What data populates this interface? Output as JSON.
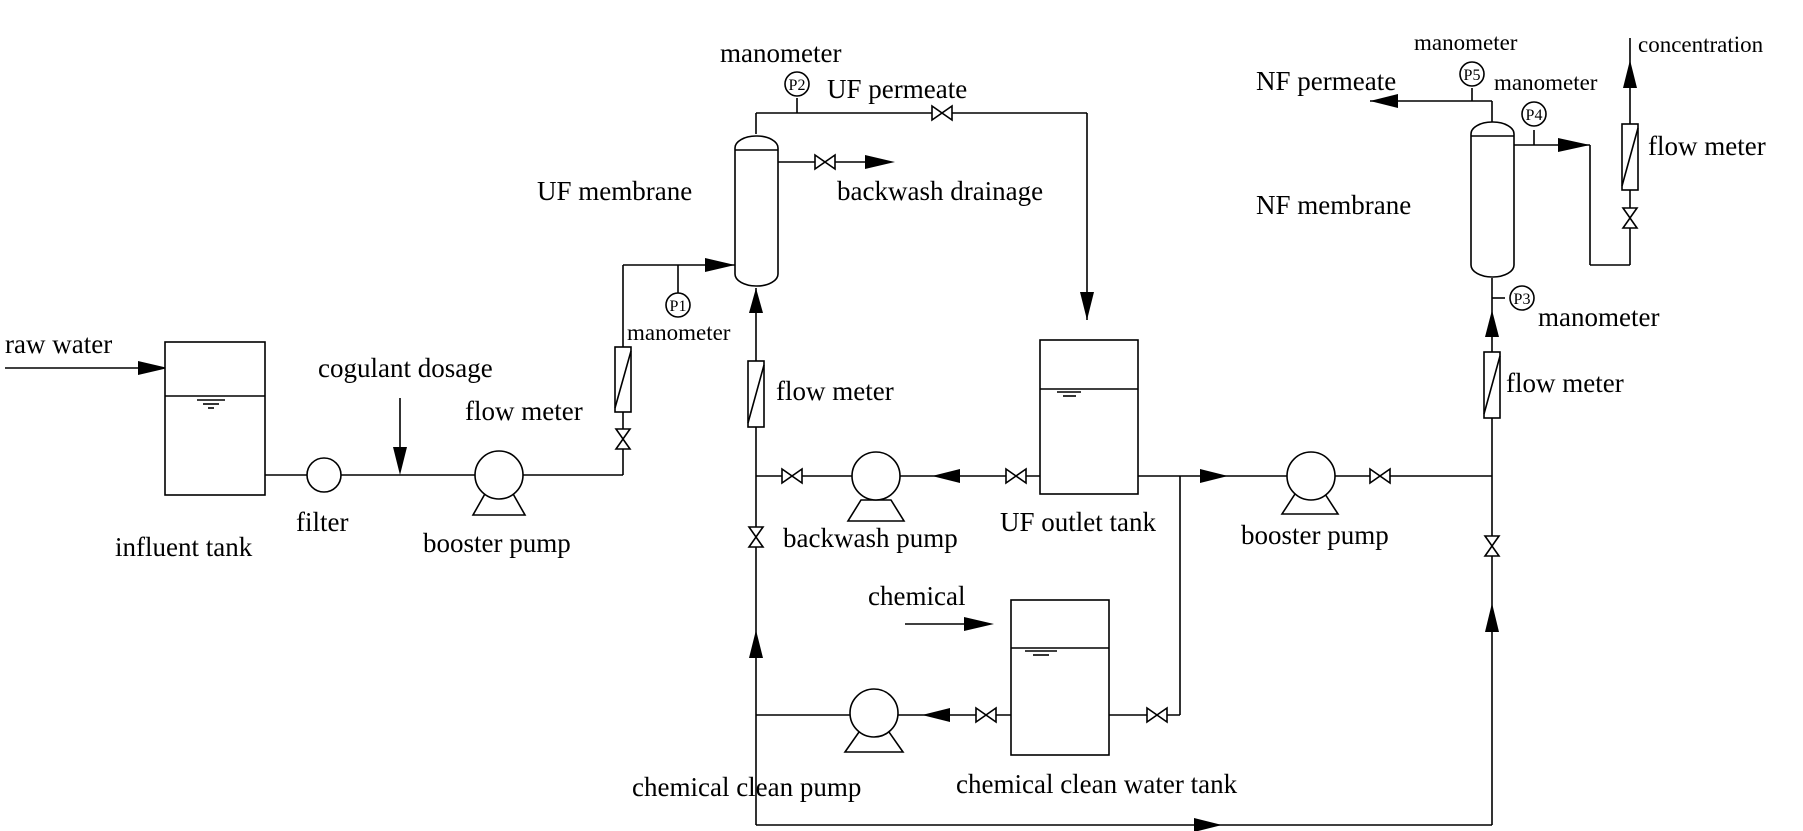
{
  "labels": {
    "raw_water": "raw water",
    "influent_tank": "influent tank",
    "filter": "filter",
    "coagulant_dosage": "cogulant dosage",
    "booster_pump_1": "booster pump",
    "flow_meter_1": "flow meter",
    "manometer_p1": "manometer",
    "uf_membrane": "UF membrane",
    "manometer_p2": "manometer",
    "uf_permeate": "UF permeate",
    "backwash_drainage": "backwash drainage",
    "flow_meter_2": "flow meter",
    "backwash_pump": "backwash pump",
    "uf_outlet_tank": "UF outlet tank",
    "chemical": "chemical",
    "chemical_clean_pump": "chemical clean pump",
    "chemical_clean_water_tank": "chemical clean water tank",
    "booster_pump_2": "booster pump",
    "flow_meter_3": "flow meter",
    "manometer_p3": "manometer",
    "nf_membrane": "NF membrane",
    "nf_permeate": "NF permeate",
    "manometer_p5": "manometer",
    "manometer_p4": "manometer",
    "concentration": "concentration",
    "flow_meter_4": "flow meter"
  },
  "gauges": {
    "p1": "P1",
    "p2": "P2",
    "p3": "P3",
    "p4": "P4",
    "p5": "P5"
  }
}
